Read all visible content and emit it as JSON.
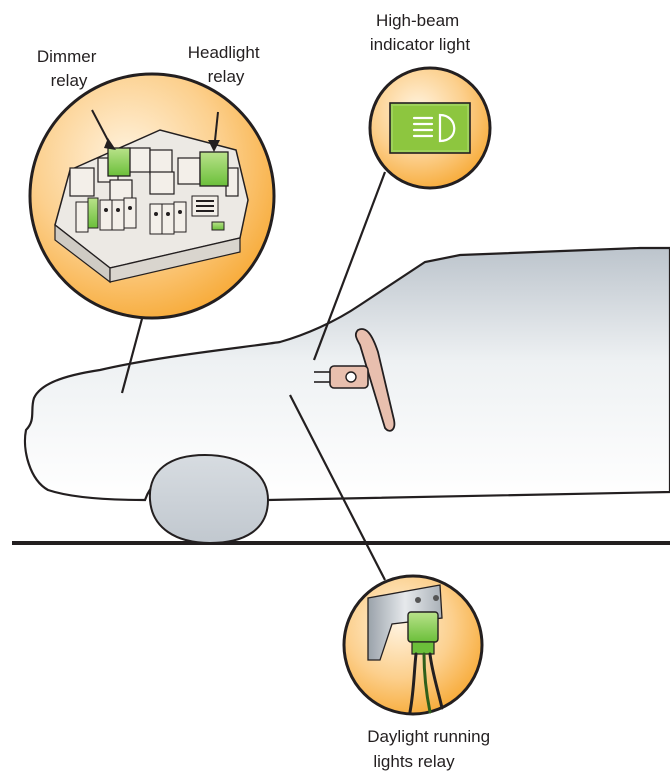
{
  "labels": {
    "dimmer_relay": [
      "Dimmer",
      "relay"
    ],
    "headlight_relay": [
      "Headlight",
      "relay"
    ],
    "high_beam_indicator": [
      "High-beam",
      "indicator light"
    ],
    "drl_relay": [
      "Daylight running",
      "lights relay"
    ]
  },
  "colors": {
    "callout_fill": "#fbb040",
    "callout_highlight": "#fde6c1",
    "relay_green": "#6bbf3a",
    "indicator_green": "#8dc63f",
    "car_body": "#d9dee3",
    "outline": "#231f20"
  }
}
